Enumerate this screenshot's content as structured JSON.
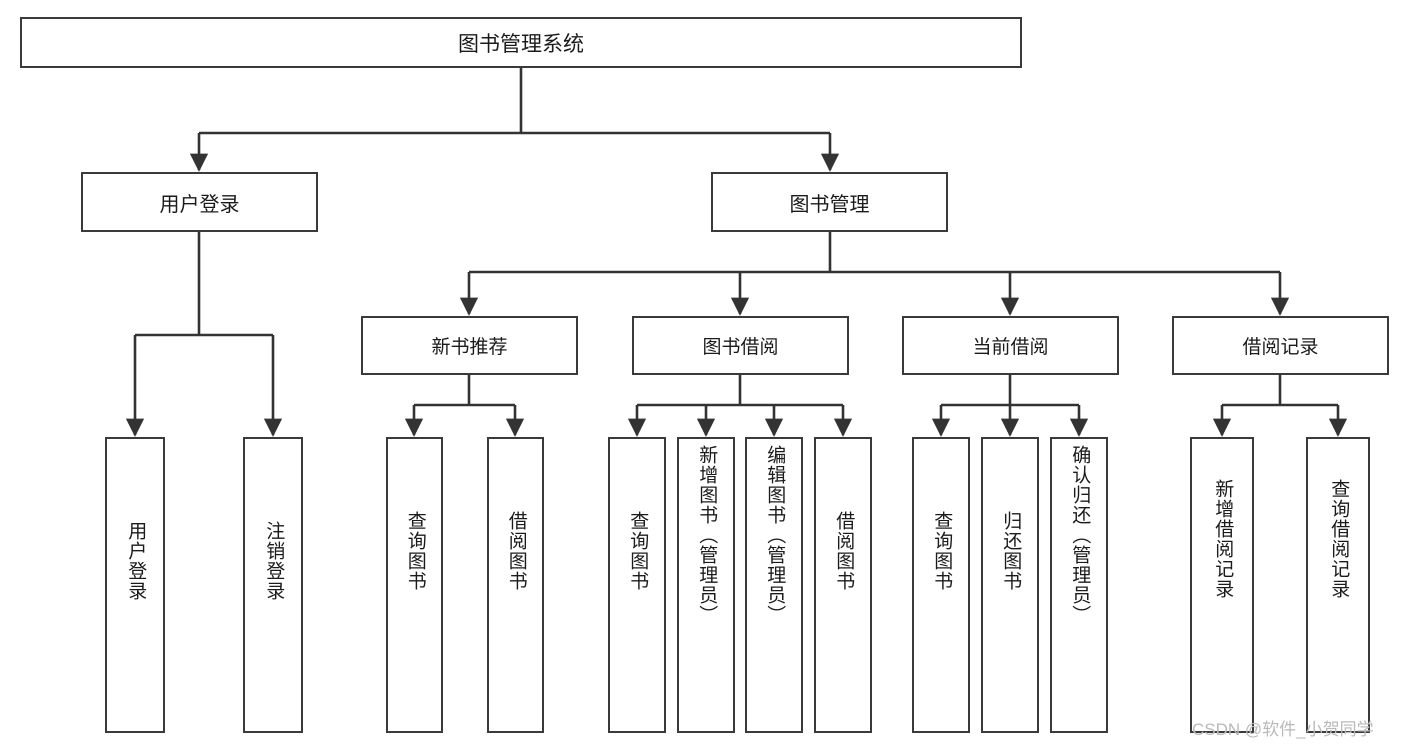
{
  "diagram": {
    "type": "tree",
    "title": "图书管理系统",
    "orientation": "top-down",
    "colors": {
      "box_border": "#3a3a3a",
      "box_fill": "#ffffff",
      "edge": "#333333",
      "text": "#1b1b1b",
      "watermark": "#b9b9b9"
    },
    "root": {
      "label": "图书管理系统"
    },
    "level2": [
      {
        "label": "用户登录"
      },
      {
        "label": "图书管理"
      }
    ],
    "level3": [
      {
        "label": "新书推荐"
      },
      {
        "label": "图书借阅"
      },
      {
        "label": "当前借阅"
      },
      {
        "label": "借阅记录"
      }
    ],
    "leaves": {
      "user_login": [
        {
          "label": "用户登录"
        },
        {
          "label": "注销登录"
        }
      ],
      "new_book_recommend": [
        {
          "label": "查询图书"
        },
        {
          "label": "借阅图书"
        }
      ],
      "book_borrow": [
        {
          "label": "查询图书"
        },
        {
          "label": "新增图书（管理员）"
        },
        {
          "label": "编辑图书（管理员）"
        },
        {
          "label": "借阅图书"
        }
      ],
      "current_borrow": [
        {
          "label": "查询图书"
        },
        {
          "label": "归还图书"
        },
        {
          "label": "确认归还（管理员）"
        }
      ],
      "borrow_record": [
        {
          "label": "新增借阅记录"
        },
        {
          "label": "查询借阅记录"
        }
      ]
    }
  },
  "watermark": {
    "text": "CSDN @软件_小贺同学"
  }
}
